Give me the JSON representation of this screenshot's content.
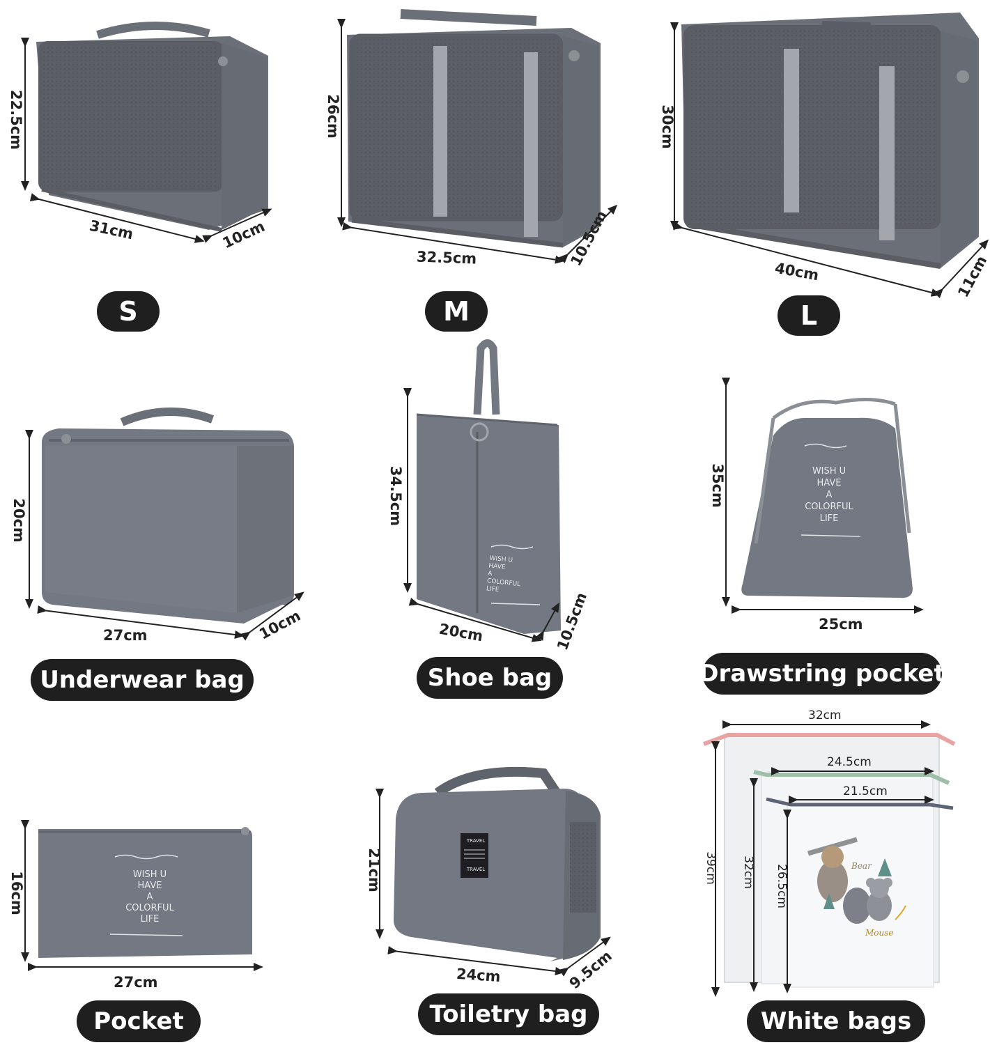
{
  "colors": {
    "bag": "#737882",
    "bag_dark": "#4f535b",
    "mesh": "#5d6068",
    "strap": "#a3a7ad",
    "label_bg": "#1f1f1f",
    "pink_string": "#e8a3a3",
    "green_string": "#9fbfa9",
    "navy_string": "#5e6478"
  },
  "bags": {
    "s": {
      "label": "S",
      "height": "22.5cm",
      "width": "31cm",
      "depth": "10cm"
    },
    "m": {
      "label": "M",
      "height": "26cm",
      "width": "32.5cm",
      "depth": "10.5cm"
    },
    "l": {
      "label": "L",
      "height": "30cm",
      "width": "40cm",
      "depth": "11cm"
    },
    "underwear": {
      "label": "Underwear bag",
      "height": "20cm",
      "width": "27cm",
      "depth": "10cm"
    },
    "shoe": {
      "label": "Shoe bag",
      "height": "34.5cm",
      "width": "20cm",
      "depth": "10.5cm",
      "print": [
        "WISH U",
        "HAVE",
        "A",
        "COLORFUL",
        "LIFE"
      ]
    },
    "drawstring": {
      "label": "Drawstring pocket",
      "height": "35cm",
      "width": "25cm",
      "print": [
        "WISH U",
        "HAVE",
        "A",
        "COLORFUL",
        "LIFE"
      ]
    },
    "pocket": {
      "label": "Pocket",
      "height": "16cm",
      "width": "27cm",
      "print": [
        "WISH U",
        "HAVE",
        "A",
        "COLORFUL",
        "LIFE"
      ]
    },
    "toiletry": {
      "label": "Toiletry bag",
      "height": "21cm",
      "width": "24cm",
      "depth": "9.5cm",
      "tag_top": "TRAVEL",
      "tag_bottom": "TRAVEL"
    },
    "white": {
      "label": "White bags",
      "w_large": "32cm",
      "w_medium": "24.5cm",
      "w_small": "21.5cm",
      "h_large": "39cm",
      "h_medium": "32cm",
      "h_small": "26.5cm",
      "print_bear": "Bear",
      "print_mouse": "Mouse"
    }
  }
}
